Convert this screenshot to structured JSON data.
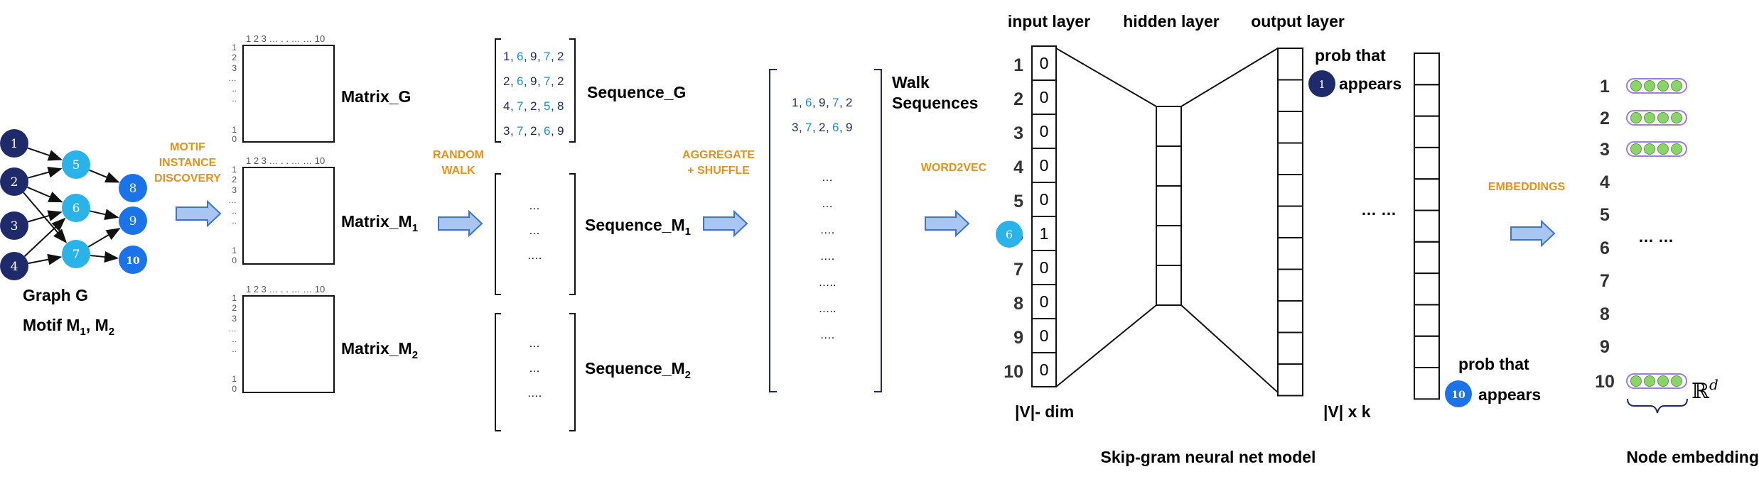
{
  "colors": {
    "node_dark": "#1f2a6b",
    "node_light": "#29b3e8",
    "node_mid": "#1a73e8",
    "process_label": "#e8901a",
    "arrow_fill": "#a9c6f2",
    "arrow_stroke": "#3b74d6",
    "bracket_dark": "#1f2a6b",
    "emb_circle": "#8bd46a",
    "emb_capsule": "#a07be0"
  },
  "graph": {
    "nodes": [
      {
        "id": "1",
        "group": "dark"
      },
      {
        "id": "2",
        "group": "dark"
      },
      {
        "id": "3",
        "group": "dark"
      },
      {
        "id": "4",
        "group": "dark"
      },
      {
        "id": "5",
        "group": "light"
      },
      {
        "id": "6",
        "group": "light"
      },
      {
        "id": "7",
        "group": "light"
      },
      {
        "id": "8",
        "group": "mid"
      },
      {
        "id": "9",
        "group": "mid"
      },
      {
        "id": "10",
        "group": "mid"
      }
    ],
    "edges": [
      [
        "1",
        "5"
      ],
      [
        "2",
        "5"
      ],
      [
        "2",
        "6"
      ],
      [
        "2",
        "7"
      ],
      [
        "3",
        "6"
      ],
      [
        "4",
        "6"
      ],
      [
        "4",
        "7"
      ],
      [
        "5",
        "8"
      ],
      [
        "6",
        "9"
      ],
      [
        "7",
        "9"
      ],
      [
        "7",
        "10"
      ]
    ],
    "title": "Graph G",
    "motif_label": "Motif M",
    "motif_sub1": "1",
    "motif_sep": ", M",
    "motif_sub2": "2"
  },
  "process_labels": {
    "motif": [
      "MOTIF",
      "INSTANCE",
      "DISCOVERY"
    ],
    "random_walk": [
      "RANDOM",
      "WALK"
    ],
    "aggregate": [
      "AGGREGATE",
      "+ SHUFFLE"
    ],
    "word2vec": "WORD2VEC",
    "embeddings": "EMBEDDINGS"
  },
  "matrices": {
    "col_header": "1  2  3  … . . … … 10",
    "row_labels": [
      "1",
      "2",
      "3",
      "…",
      "..",
      "..",
      "1",
      "0"
    ],
    "names": [
      {
        "base": "Matrix_G",
        "sub": ""
      },
      {
        "base": "Matrix_M",
        "sub": "1"
      },
      {
        "base": "Matrix_M",
        "sub": "2"
      }
    ]
  },
  "sequences": {
    "g_rows": [
      [
        "1",
        "6",
        "9",
        "7",
        "2"
      ],
      [
        "2",
        "6",
        "9",
        "7",
        "2"
      ],
      [
        "4",
        "7",
        "2",
        "5",
        "8"
      ],
      [
        "3",
        "7",
        "2",
        "6",
        "9"
      ]
    ],
    "m1_dots": [
      "…",
      "…",
      "…."
    ],
    "m2_dots": [
      "…",
      "…",
      "…."
    ],
    "names": [
      {
        "base": "Sequence_G",
        "sub": ""
      },
      {
        "base": "Sequence_M",
        "sub": "1"
      },
      {
        "base": "Sequence_M",
        "sub": "2"
      }
    ]
  },
  "walk": {
    "title_line1": "Walk",
    "title_line2": "Sequences",
    "rows": [
      [
        "1",
        "6",
        "9",
        "7",
        "2"
      ],
      [
        "3",
        "7",
        "2",
        "6",
        "9"
      ]
    ],
    "dots": [
      "…",
      "…",
      "….",
      "….",
      "…..",
      "…..",
      "…."
    ]
  },
  "skipgram": {
    "input_label": "input layer",
    "hidden_label": "hidden layer",
    "output_label": "output layer",
    "indices": [
      "1",
      "2",
      "3",
      "4",
      "5",
      "6",
      "7",
      "8",
      "9",
      "10"
    ],
    "input_values": [
      "0",
      "0",
      "0",
      "0",
      "0",
      "1",
      "0",
      "0",
      "0",
      "0"
    ],
    "highlight_node": "6",
    "prob_text": "prob that",
    "appears_text": "appears",
    "top_node": "1",
    "bottom_node": "10",
    "output_dots": "… …",
    "dim_label": "|V|- dim",
    "vk_label": "|V| x k",
    "caption": "Skip-gram neural net model"
  },
  "embeddings": {
    "indices": [
      "1",
      "2",
      "3",
      "4",
      "5",
      "6",
      "7",
      "8",
      "9",
      "10"
    ],
    "has_vector": [
      true,
      true,
      true,
      false,
      false,
      false,
      false,
      false,
      false,
      true
    ],
    "dots": "… …",
    "space_symbol": "ℝ",
    "space_exponent": "d",
    "caption": "Node embeddings"
  }
}
